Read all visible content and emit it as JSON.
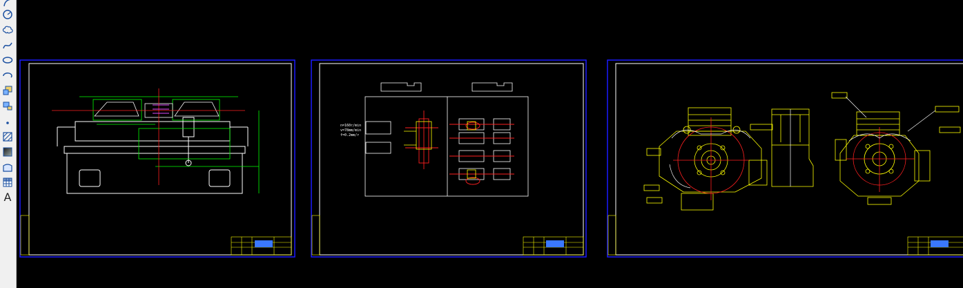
{
  "toolbar": {
    "tools": [
      {
        "name": "arc-tool-icon",
        "glyph": ""
      },
      {
        "name": "circle-tool-icon",
        "glyph": ""
      },
      {
        "name": "revision-cloud-tool-icon",
        "glyph": ""
      },
      {
        "name": "spline-tool-icon",
        "glyph": ""
      },
      {
        "name": "ellipse-tool-icon",
        "glyph": ""
      },
      {
        "name": "ellipse-arc-tool-icon",
        "glyph": ""
      },
      {
        "name": "insert-block-tool-icon",
        "glyph": ""
      },
      {
        "name": "make-block-tool-icon",
        "glyph": ""
      },
      {
        "name": "point-tool-icon",
        "glyph": ""
      },
      {
        "name": "hatch-tool-icon",
        "glyph": ""
      },
      {
        "name": "gradient-tool-icon",
        "glyph": ""
      },
      {
        "name": "region-tool-icon",
        "glyph": ""
      },
      {
        "name": "table-tool-icon",
        "glyph": ""
      },
      {
        "name": "multiline-text-tool-icon",
        "glyph": "A"
      }
    ]
  },
  "drawing": {
    "sheets": [
      {
        "name": "sheet-machine-assembly"
      },
      {
        "name": "sheet-spindle-layout"
      },
      {
        "name": "sheet-engine-block-views"
      }
    ],
    "annotations": {
      "speed_1": "n=160r/min",
      "speed_2": "v=78mm/min",
      "feed": "f=0.2mm/r"
    },
    "colors": {
      "background": "#000000",
      "viewport_border": "#1a1aff",
      "sheet_frame": "#ffffff",
      "title_block": "#ffff00",
      "title_block_label": "#3a78ff",
      "green_layer": "#00ff00",
      "red_layer": "#ff2020",
      "yellow_layer": "#ffff00"
    }
  }
}
